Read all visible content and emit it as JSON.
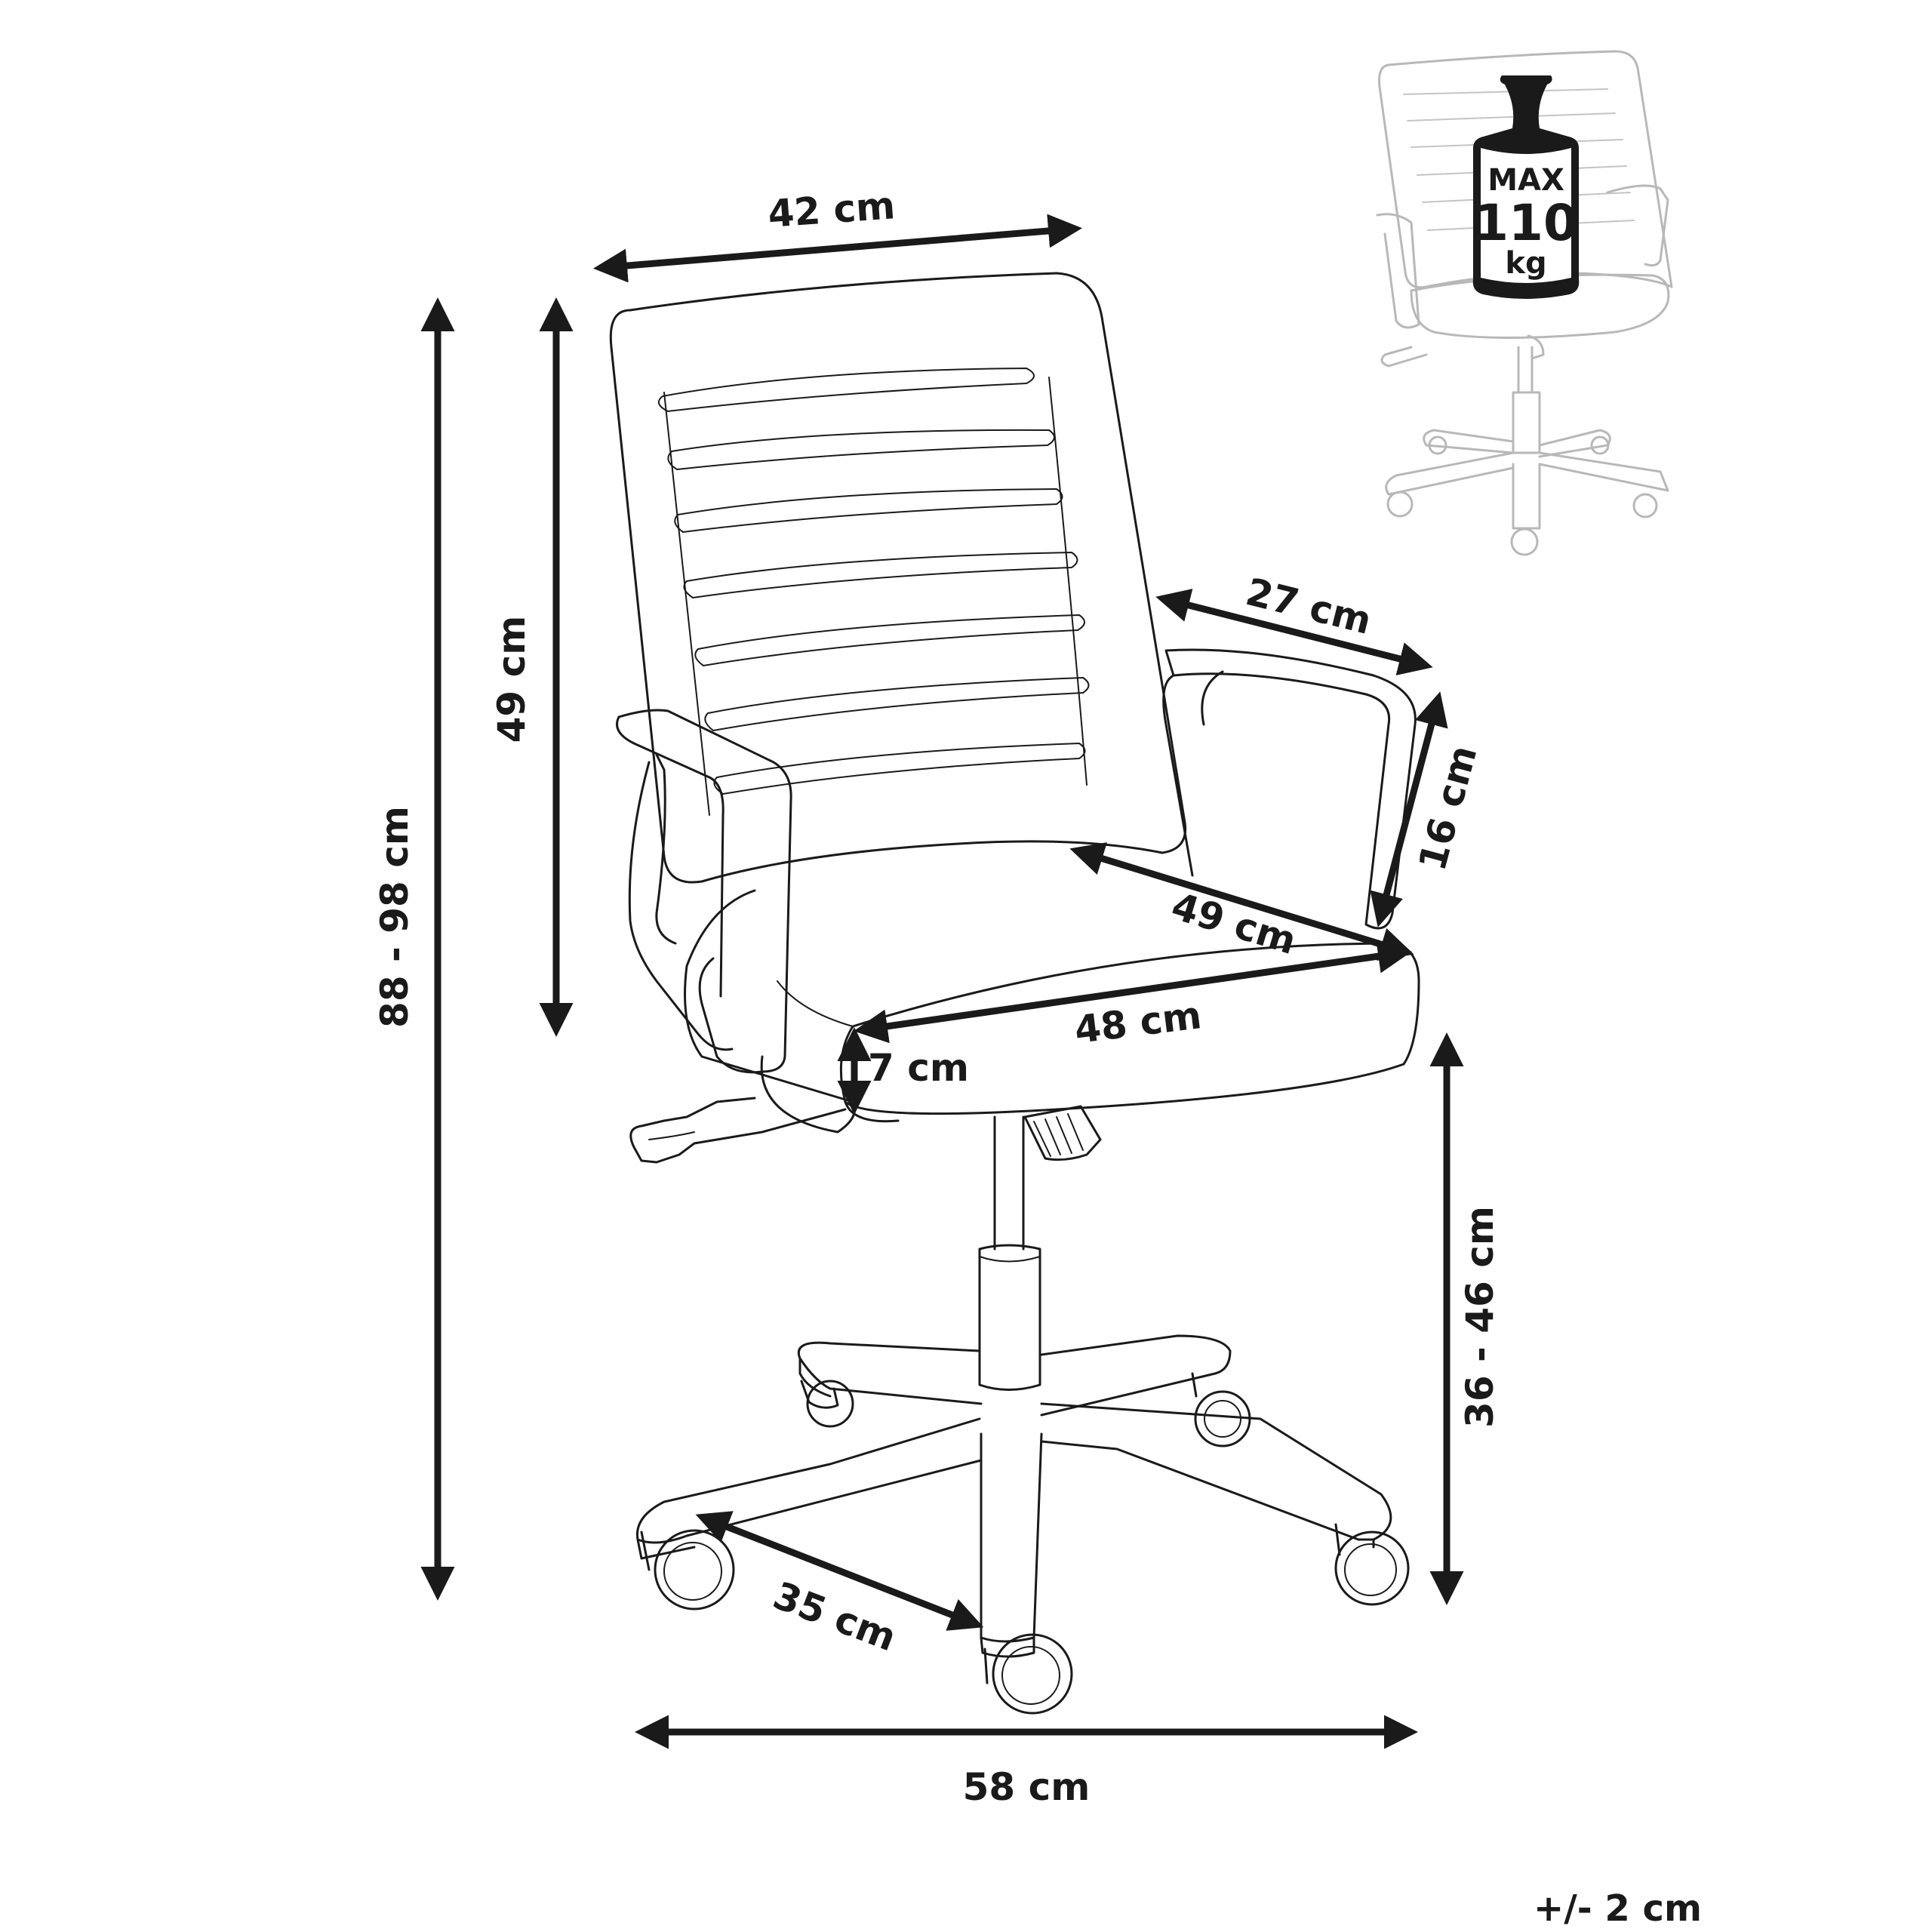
{
  "dimensions": {
    "back_width": "42 cm",
    "total_height": "88 - 98 cm",
    "back_height": "49 cm",
    "armrest_length": "27 cm",
    "armrest_height": "16 cm",
    "seat_depth": "49 cm",
    "seat_width": "48 cm",
    "seat_thickness": "7 cm",
    "seat_height": "36 - 46 cm",
    "leg_length": "35 cm",
    "base_width": "58 cm"
  },
  "max_load": {
    "label": "MAX",
    "value": "110",
    "unit": "kg"
  },
  "tolerance": "+/- 2 cm",
  "colors": {
    "ink": "#1a1a1a",
    "ghost": "#b8b8b8",
    "background": "#ffffff"
  }
}
